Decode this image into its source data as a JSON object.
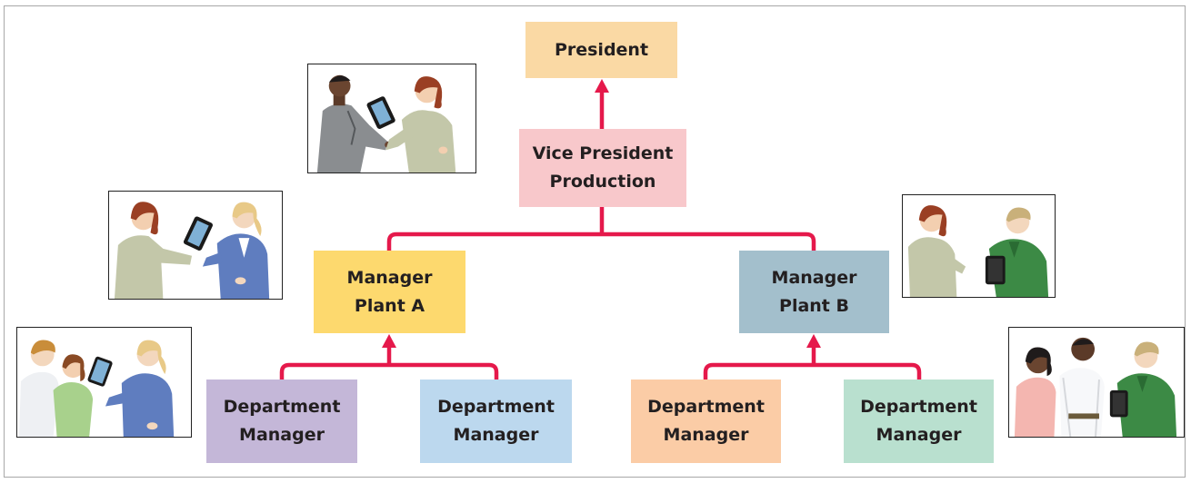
{
  "chart": {
    "president": "President",
    "vp": {
      "line1": "Vice President",
      "line2": "Production"
    },
    "manager_a": {
      "line1": "Manager",
      "line2": "Plant A"
    },
    "manager_b": {
      "line1": "Manager",
      "line2": "Plant B"
    },
    "dept": [
      {
        "line1": "Department",
        "line2": "Manager"
      },
      {
        "line1": "Department",
        "line2": "Manager"
      },
      {
        "line1": "Department",
        "line2": "Manager"
      },
      {
        "line1": "Department",
        "line2": "Manager"
      }
    ]
  },
  "colors": {
    "connector": "#e5194b",
    "president": "#fad9a4",
    "vp": "#f8c8cb",
    "manager_a": "#fdd96e",
    "manager_b": "#a3bfcc",
    "dept_1": "#c4b7d8",
    "dept_2": "#bcd8ee",
    "dept_3": "#fbcca6",
    "dept_4": "#b9e0cf"
  },
  "illustrations": [
    {
      "icon": "two-people-with-tablet-icon"
    },
    {
      "icon": "two-women-with-tablet-icon"
    },
    {
      "icon": "woman-and-man-with-tablet-icon"
    },
    {
      "icon": "three-people-with-tablet-icon"
    },
    {
      "icon": "three-people-talking-icon"
    }
  ]
}
